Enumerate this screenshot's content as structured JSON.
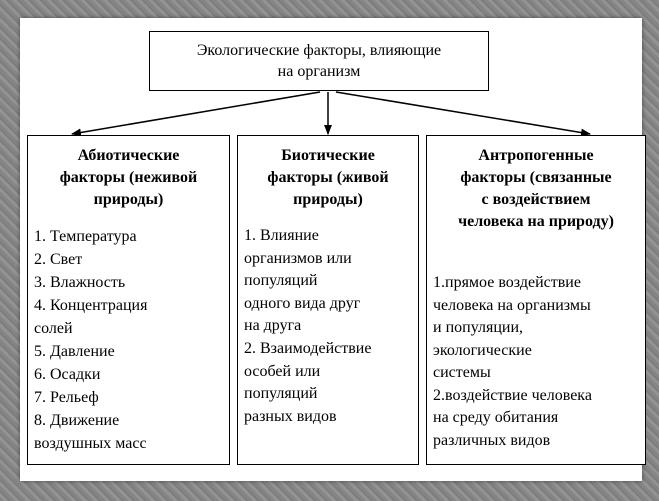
{
  "root": {
    "title": "Экологические факторы, влияющие\nна организм"
  },
  "columns": [
    {
      "title": "Абиотические\nфакторы (неживой\nприроды)",
      "items": [
        "1. Температура",
        "2. Свет",
        "3. Влажность",
        "4. Концентрация\nсолей",
        "5. Давление",
        "6. Осадки",
        "7. Рельеф",
        "8. Движение\nвоздушных масс"
      ]
    },
    {
      "title": "Биотические\nфакторы (живой\nприроды)",
      "items": [
        "1. Влияние\nорганизмов или\nпопуляций\nодного вида друг\nна друга",
        "2. Взаимодействие\nособей или\nпопуляций\nразных видов"
      ]
    },
    {
      "title": "Антропогенные\nфакторы (связанные\nс воздействием\nчеловека на природу)",
      "items": [
        "1.прямое воздействие\nчеловека на организмы\nи популяции,\nэкологические\nсистемы",
        "2.воздействие человека\nна среду обитания\nразличных видов"
      ]
    }
  ],
  "colors": {
    "line": "#000000",
    "box_fill": "#ffffff",
    "frame": "#8c8c8c"
  }
}
